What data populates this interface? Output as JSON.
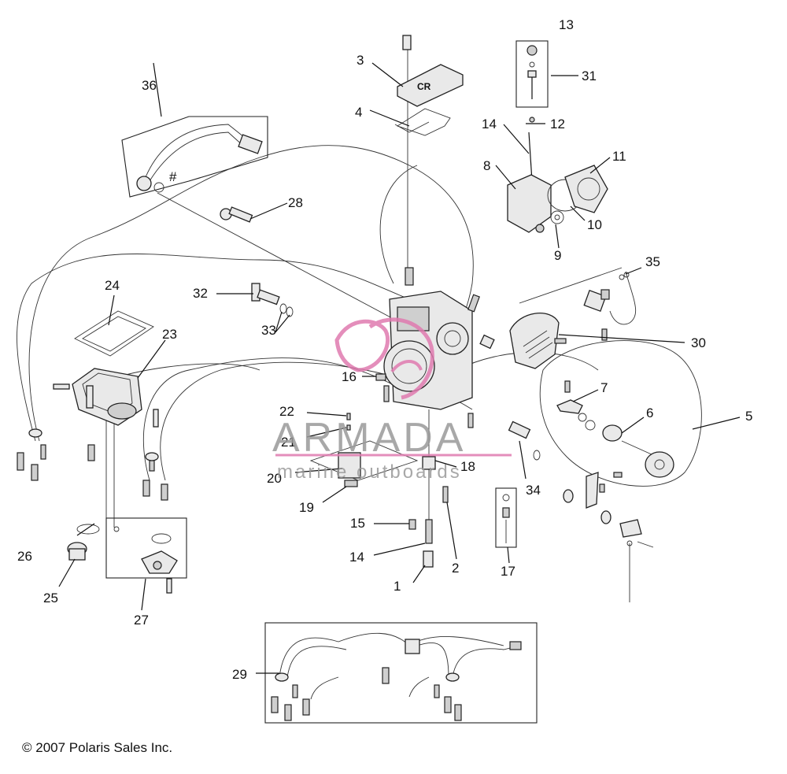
{
  "diagram": {
    "callouts": [
      "1",
      "2",
      "3",
      "4",
      "5",
      "6",
      "7",
      "8",
      "9",
      "10",
      "11",
      "12",
      "13",
      "14",
      "15",
      "16",
      "17",
      "18",
      "19",
      "20",
      "21",
      "22",
      "23",
      "24",
      "25",
      "26",
      "27",
      "28",
      "29",
      "30",
      "31",
      "32",
      "33",
      "34",
      "35",
      "36"
    ],
    "callout_14_second": "14",
    "hash_mark": "#",
    "gasket_text": "CR"
  },
  "watermark": {
    "brand": "ARMADA",
    "tagline": "marine outboards",
    "color": "#e07bb0"
  },
  "copyright": "© 2007 Polaris Sales Inc."
}
